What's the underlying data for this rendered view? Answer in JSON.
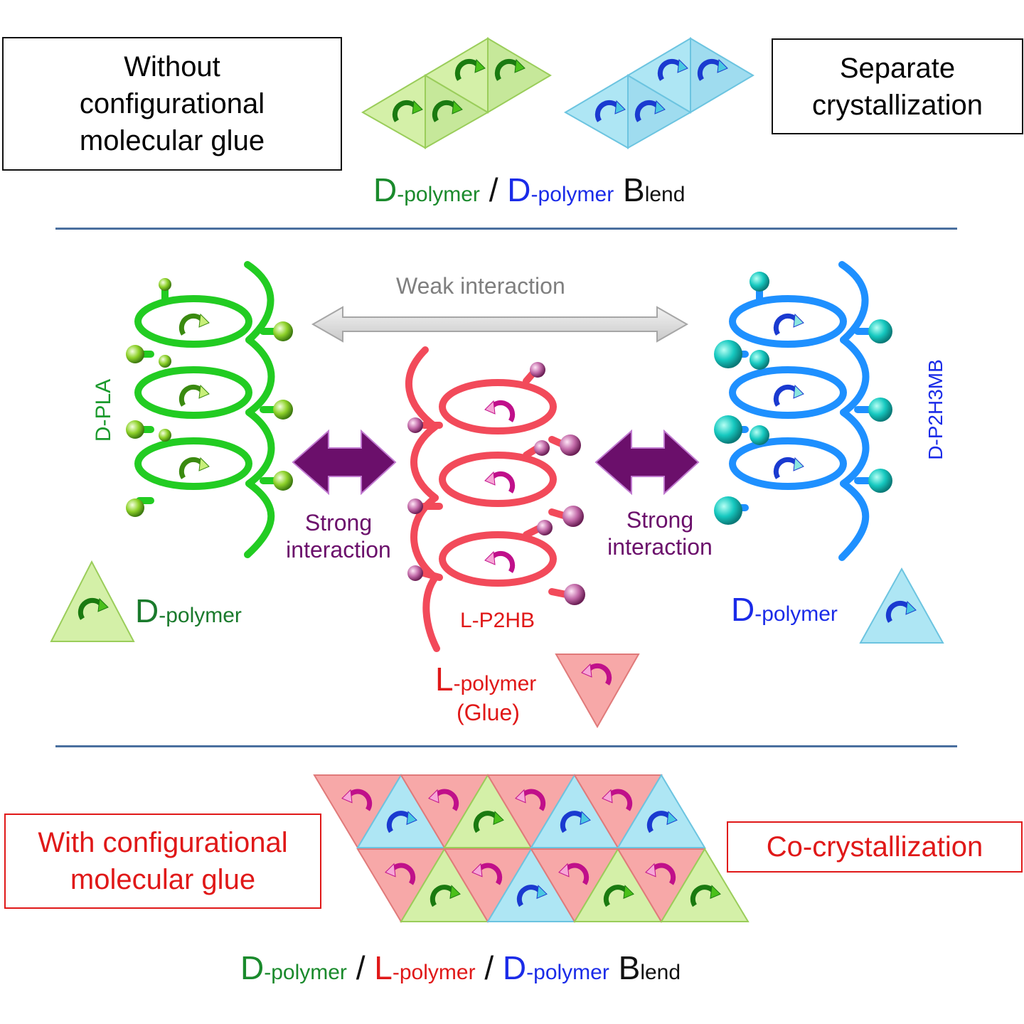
{
  "top": {
    "box_left": "Without\nconfigurational\nmolecular glue",
    "box_right": "Separate\ncrystallization",
    "blend_caption": [
      {
        "text": "D",
        "size": "big",
        "color": "green"
      },
      {
        "text": "-polymer",
        "size": "small",
        "color": "green"
      },
      {
        "text": " / ",
        "size": "big",
        "color": "black"
      },
      {
        "text": "D",
        "size": "big",
        "color": "blue"
      },
      {
        "text": "-polymer",
        "size": "small",
        "color": "blue"
      },
      {
        "text": " B",
        "size": "big",
        "color": "black"
      },
      {
        "text": "lend",
        "size": "small",
        "color": "black"
      }
    ]
  },
  "middle": {
    "weak_label": "Weak interaction",
    "strong_left": "Strong\ninteraction",
    "strong_right": "Strong\ninteraction",
    "left_helix_label": "D-PLA",
    "right_helix_label": "D-P2H3MB",
    "center_helix_label": "L-P2HB",
    "left_polymer": {
      "big": "D",
      "small": "-polymer"
    },
    "right_polymer": {
      "big": "D",
      "small": "-polymer"
    },
    "center_polymer": {
      "big": "L",
      "small": "-polymer",
      "glue": "(Glue)"
    }
  },
  "bottom": {
    "box_left": "With configurational\nmolecular glue",
    "box_right": "Co-crystallization",
    "blend_caption": [
      {
        "text": "D",
        "size": "big",
        "color": "green"
      },
      {
        "text": "-polymer",
        "size": "small",
        "color": "green"
      },
      {
        "text": " / ",
        "size": "big",
        "color": "black"
      },
      {
        "text": "L",
        "size": "big",
        "color": "red"
      },
      {
        "text": "-polymer",
        "size": "small",
        "color": "red"
      },
      {
        "text": " / ",
        "size": "big",
        "color": "black"
      },
      {
        "text": "D",
        "size": "big",
        "color": "blue"
      },
      {
        "text": "-polymer",
        "size": "small",
        "color": "blue"
      },
      {
        "text": " B",
        "size": "big",
        "color": "black"
      },
      {
        "text": "lend",
        "size": "small",
        "color": "black"
      }
    ]
  },
  "colors": {
    "green": "#22cc22",
    "green_fill": "#d4f0a8",
    "blue": "#1e90ff",
    "blue_fill": "#aee6f4",
    "red": "#f24a5a",
    "red_fill": "#f7a8a8",
    "purple": "#6b0f6b",
    "gray_arrow": "#d9d9d9",
    "divider": "#4a6f9f",
    "red_border": "#e01818"
  }
}
